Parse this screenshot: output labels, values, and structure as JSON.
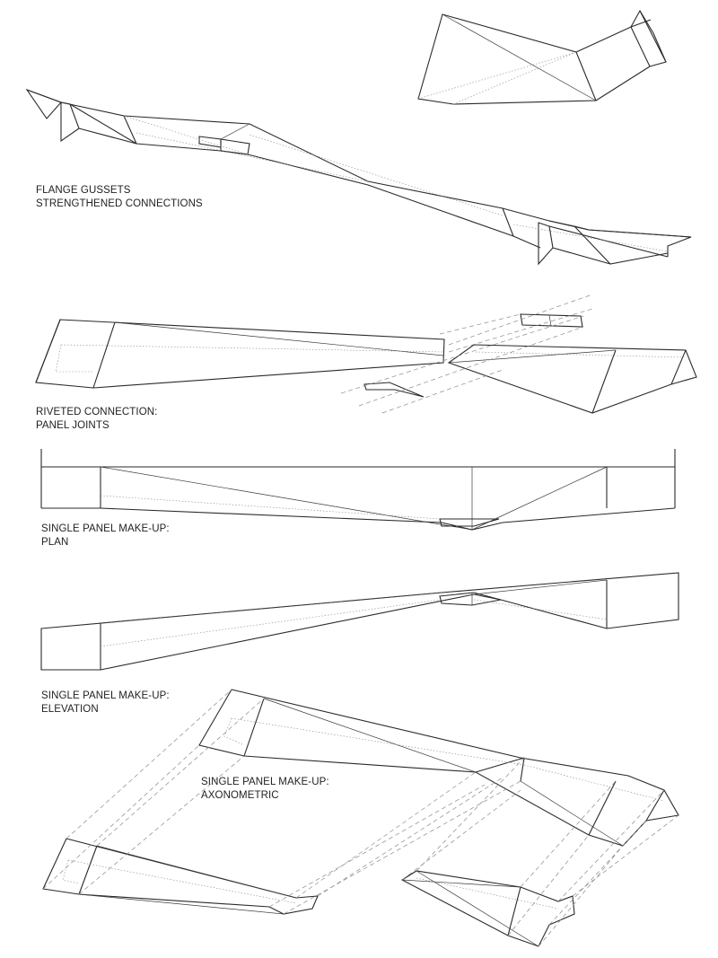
{
  "captions": {
    "flange": {
      "line1": "FLANGE GUSSETS",
      "line2": "STRENGTHENED CONNECTIONS"
    },
    "riveted": {
      "line1": "RIVETED CONNECTION:",
      "line2": "PANEL JOINTS"
    },
    "plan": {
      "line1": "SINGLE PANEL MAKE-UP:",
      "line2": "PLAN"
    },
    "elevation": {
      "line1": "SINGLE PANEL MAKE-UP:",
      "line2": "ELEVATION"
    },
    "axonometric": {
      "line1": "SINGLE PANEL MAKE-UP:",
      "line2": "AXONOMETRIC"
    }
  },
  "colors": {
    "line": "#2a2a2a",
    "hidden_line": "#8a8a8a",
    "background": "#ffffff"
  }
}
